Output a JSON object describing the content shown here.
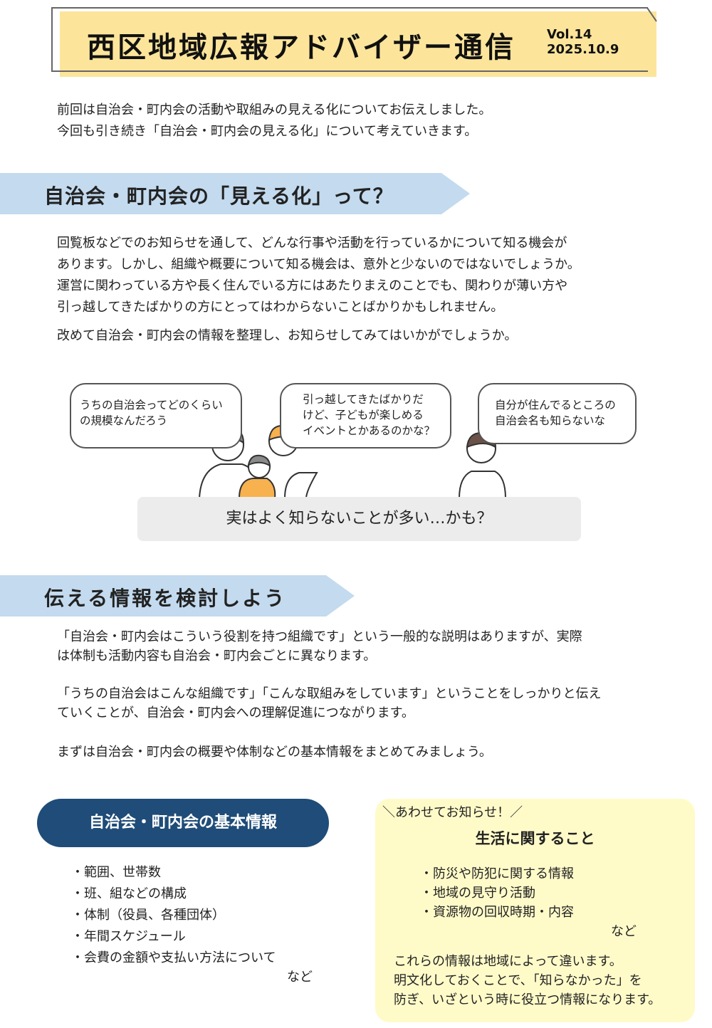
{
  "header": {
    "title": "西区地域広報アドバイザー通信",
    "volume": "Vol.14",
    "date": "2025.10.9"
  },
  "intro": [
    "前回は自治会・町内会の活動や取組みの見える化についてお伝えしました。",
    "今回も引き続き「自治会・町内会の見える化」について考えていきます。"
  ],
  "section1": {
    "title": "自治会・町内会の「見える化」って？",
    "paragraph": [
      "回覧板などでのお知らせを通して、どんな行事や活動を行っているかについて知る機会が",
      "あります。しかし、組織や概要について知る機会は、意外と少ないのではないでしょうか。",
      "運営に関わっている方や長く住んでいる方にはあたりまえのことでも、関わりが薄い方や",
      "引っ越してきたばかりの方にとってはわからないことばかりかもしれません。"
    ],
    "paragraph2": "改めて自治会・町内会の情報を整理し、お知らせしてみてはいかがでしょうか。"
  },
  "illustration": {
    "bubbles": [
      [
        "うちの自治会ってどのくらい",
        "の規模なんだろう"
      ],
      [
        "引っ越してきたばかりだ",
        "けど、子どもが楽しめる",
        "イベントとかあるのかな？"
      ],
      [
        "自分が住んでるところの",
        "自治会名も知らないな"
      ]
    ],
    "caption": "実はよく知らないことが多い…かも？"
  },
  "section2": {
    "title": "伝える情報を検討しよう",
    "p1": [
      "「自治会・町内会はこういう役割を持つ組織です」という一般的な説明はありますが、実際",
      "は体制も活動内容も自治会・町内会ごとに異なります。"
    ],
    "p2": [
      "「うちの自治会はこんな組織です」「こんな取組みをしています」ということをしっかりと伝え",
      "ていくことが、自治会・町内会への理解促進につながります。"
    ],
    "p3": "まずは自治会・町内会の概要や体制などの基本情報をまとめてみましょう。"
  },
  "basic_info": {
    "title": "自治会・町内会の基本情報",
    "items": [
      "・範囲、世帯数",
      "・班、組などの構成",
      "・体制（役員、各種団体）",
      "・年間スケジュール",
      "・会費の金額や支払い方法について"
    ],
    "etc": "など"
  },
  "notice": {
    "kicker": "＼あわせてお知らせ！／",
    "title": "生活に関すること",
    "items": [
      "・防災や防犯に関する情報",
      "・地域の見守り活動",
      "・資源物の回収時期・内容"
    ],
    "etc": "など",
    "note": [
      "これらの情報は地域によって違います。",
      "明文化しておくことで、「知らなかった」を",
      "防ぎ、いざという時に役立つ情報になります。"
    ]
  },
  "colors": {
    "header_yellow": "#fce59b",
    "banner_blue": "#c3daef",
    "pill_navy": "#1f4c78",
    "note_yellow": "#fffbc9"
  }
}
